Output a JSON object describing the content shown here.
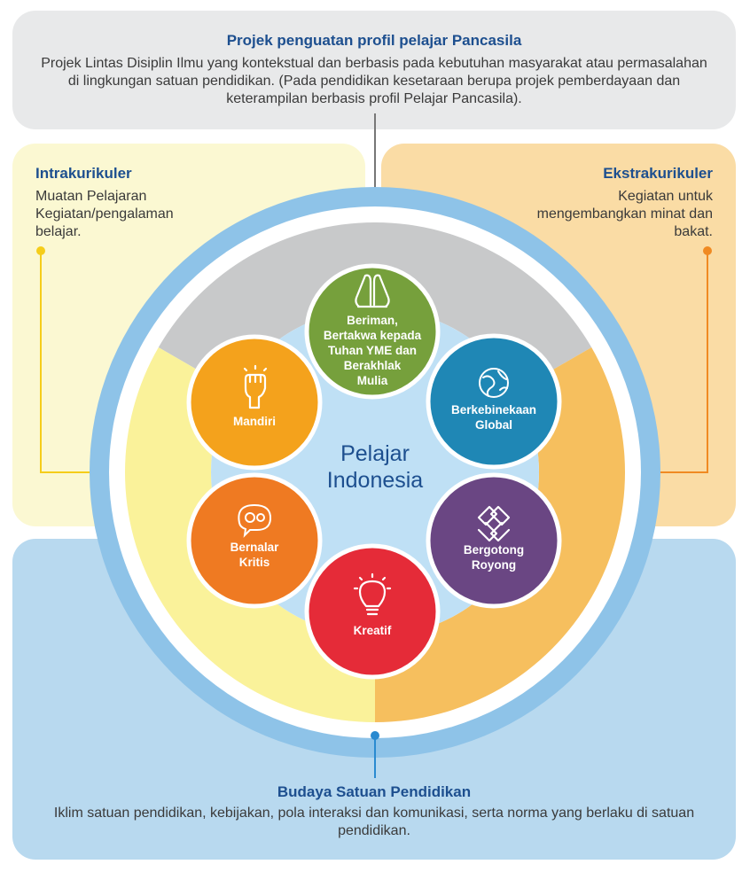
{
  "top": {
    "title": "Projek penguatan profil pelajar Pancasila",
    "description": "Projek Lintas Disiplin Ilmu yang kontekstual dan berbasis pada kebutuhan masyarakat atau permasalahan di lingkungan satuan pendidikan. (Pada pendidikan kesetaraan berupa projek pemberdayaan dan keterampilan berbasis profil Pelajar Pancasila)."
  },
  "left": {
    "title": "Intrakurikuler",
    "description": "Muatan Pelajaran Kegiatan/pengalaman belajar."
  },
  "right": {
    "title": "Ekstrakurikuler",
    "description": "Kegiatan untuk mengembangkan minat dan bakat."
  },
  "bottom": {
    "title": "Budaya Satuan Pendidikan",
    "description": "Iklim satuan pendidikan, kebijakan, pola interaksi dan komunikasi, serta norma yang berlaku di satuan pendidikan."
  },
  "center": {
    "line1": "Pelajar",
    "line2": "Indonesia"
  },
  "dimensions": [
    {
      "name": "beriman",
      "lines": [
        "Beriman,",
        "Bertakwa kepada",
        "Tuhan YME dan",
        "Berakhlak",
        "Mulia"
      ],
      "color": "#76a03c",
      "icon": "praying-hands-icon"
    },
    {
      "name": "berkebinekaan",
      "lines": [
        "Berkebinekaan",
        "Global"
      ],
      "color": "#1f87b5",
      "icon": "globe-icon"
    },
    {
      "name": "bergotong",
      "lines": [
        "Bergotong",
        "Royong"
      ],
      "color": "#6a4683",
      "icon": "joined-hands-icon"
    },
    {
      "name": "kreatif",
      "lines": [
        "Kreatif"
      ],
      "color": "#e52b38",
      "icon": "lightbulb-icon"
    },
    {
      "name": "bernalar",
      "lines": [
        "Bernalar",
        "Kritis"
      ],
      "color": "#ef7a22",
      "icon": "thinking-gears-icon"
    },
    {
      "name": "mandiri",
      "lines": [
        "Mandiri"
      ],
      "color": "#f4a21c",
      "icon": "raised-fist-icon"
    }
  ],
  "colors": {
    "title": "#1d4f8f",
    "outer_ring": "#8ec3e8",
    "inner_disc": "#bfe0f5",
    "gray_segment": "#c8c9ca",
    "yellow_segment": "#faf29a",
    "orange_segment": "#f6bf5e",
    "left_connector": "#f5cd1a",
    "right_connector": "#f08a22",
    "top_connector": "#777777",
    "bottom_connector": "#2a8ad0"
  }
}
